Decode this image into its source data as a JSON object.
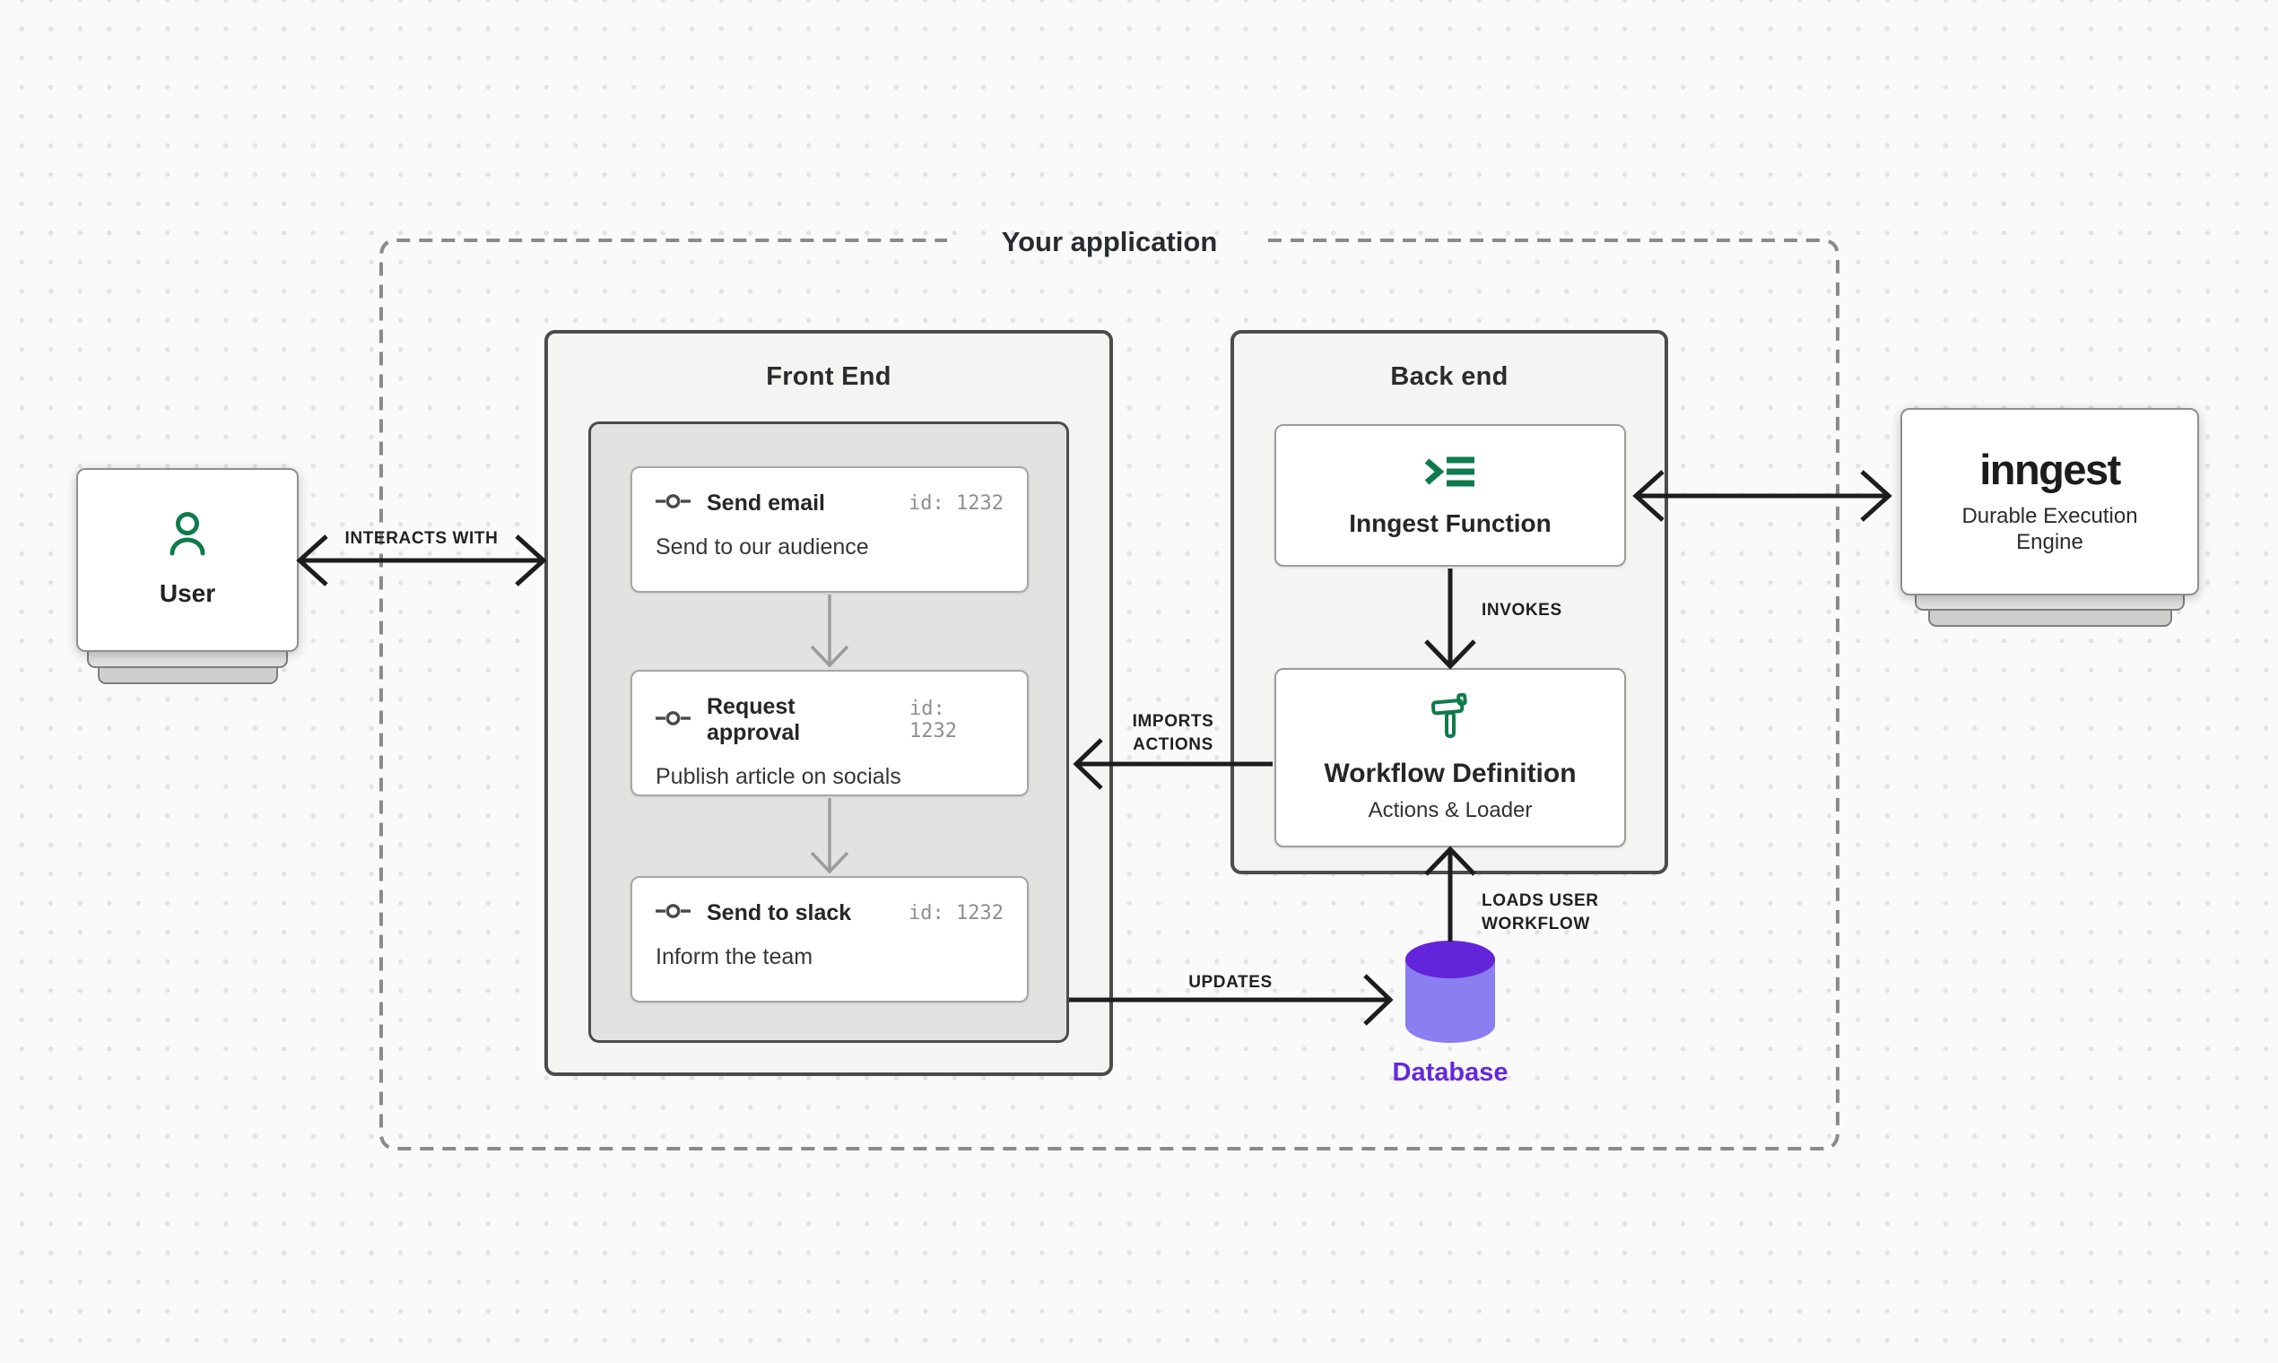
{
  "diagram": {
    "container_title": "Your application",
    "colors": {
      "background": "#fafafa",
      "dot_grid": "#e3e3e3",
      "panel_fill": "#f4f4f2",
      "panel_border": "#4c4c4c",
      "inner_fill": "#e2e2e0",
      "accent_green": "#0f7b4d",
      "database_top": "#6325da",
      "database_body": "#8b7ef0",
      "database_label": "#6428dc",
      "arrow_black": "#1d1d1d",
      "arrow_gray": "#9b9b9b",
      "dashed_border": "#8a8a8a"
    }
  },
  "user_node": {
    "label": "User",
    "icon": "user-icon"
  },
  "front_end": {
    "title": "Front End",
    "cards": [
      {
        "icon": "commit-icon",
        "title": "Send email",
        "id": "id: 1232",
        "description": "Send to our audience"
      },
      {
        "icon": "commit-icon",
        "title": "Request approval",
        "id": "id: 1232",
        "description": "Publish article on socials"
      },
      {
        "icon": "commit-icon",
        "title": "Send to slack",
        "id": "id: 1232",
        "description": "Inform the team"
      }
    ]
  },
  "back_end": {
    "title": "Back end",
    "function_card": {
      "icon": "terminal-list-icon",
      "label": "Inngest Function"
    },
    "workflow_card": {
      "icon": "hammer-icon",
      "label": "Workflow Definition",
      "sublabel": "Actions & Loader"
    }
  },
  "inngest_node": {
    "logo": "inngest",
    "subtitle": "Durable Execution Engine"
  },
  "database_node": {
    "label": "Database",
    "icon": "database-cylinder-icon"
  },
  "edges": {
    "interacts_with": {
      "label": "INTERACTS WITH"
    },
    "invokes": {
      "label": "INVOKES"
    },
    "imports_actions": {
      "line1": "IMPORTS",
      "line2": "ACTIONS"
    },
    "updates": {
      "label": "UPDATES"
    },
    "loads_user_workflow": {
      "line1": "LOADS USER",
      "line2": "WORKFLOW"
    }
  }
}
